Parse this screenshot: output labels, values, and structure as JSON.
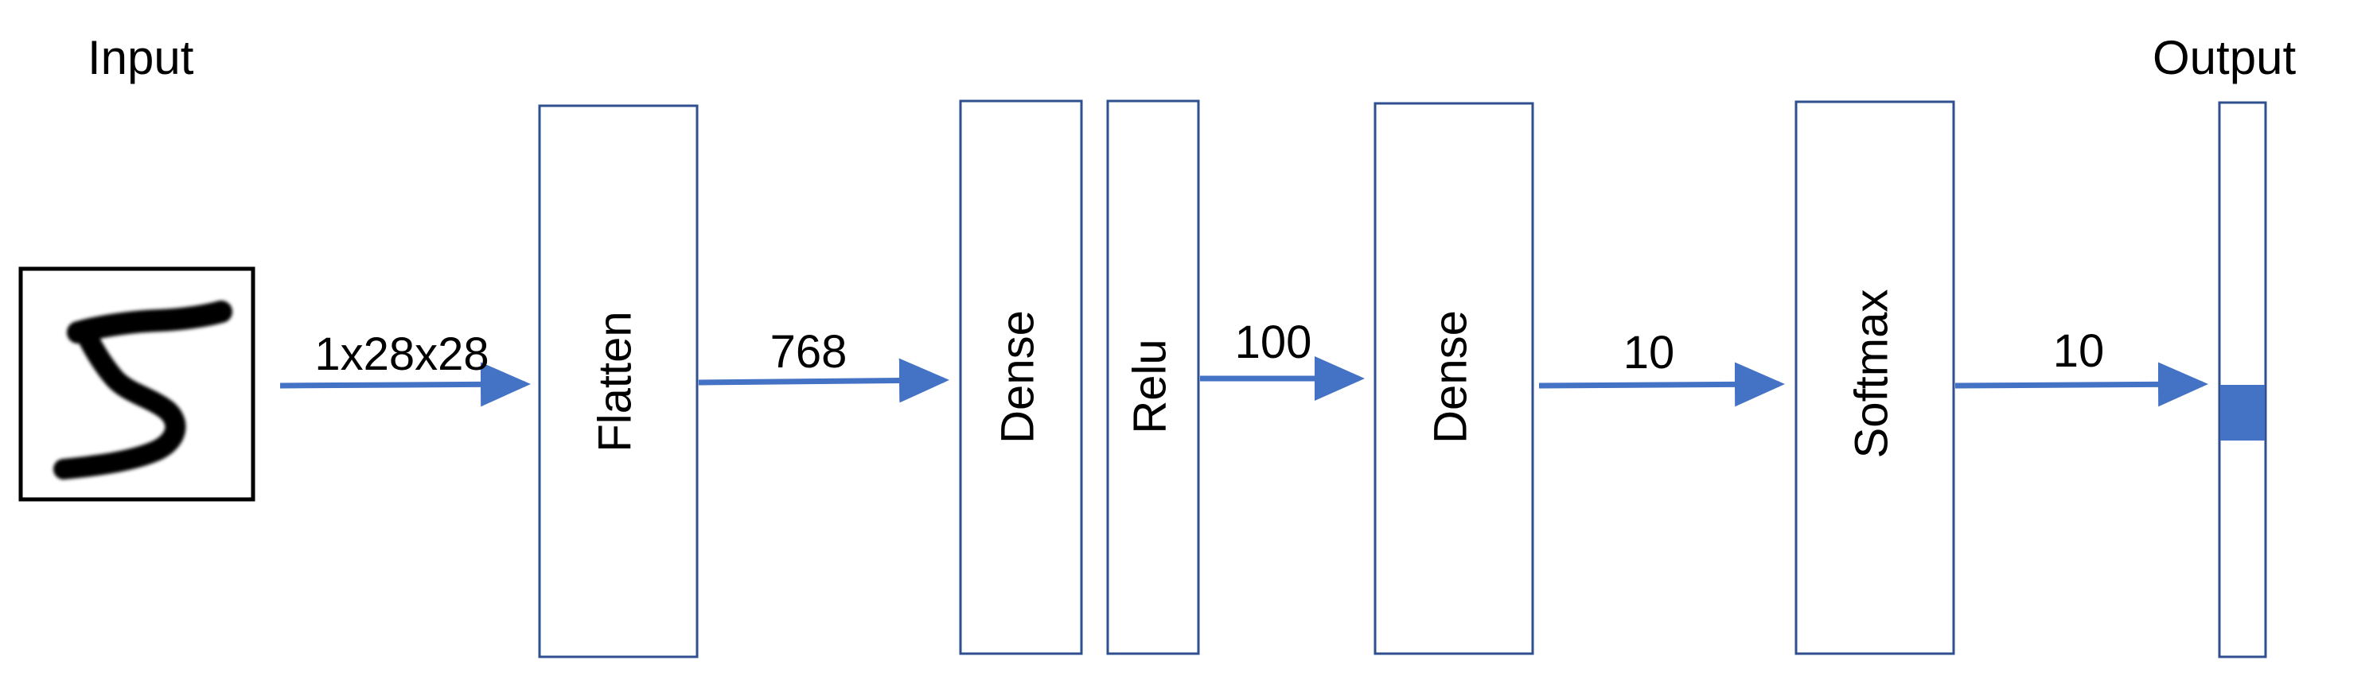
{
  "labels": {
    "input": "Input",
    "output": "Output"
  },
  "layers": [
    {
      "id": "flatten",
      "label": "Flatten"
    },
    {
      "id": "dense1",
      "label": "Dense"
    },
    {
      "id": "relu",
      "label": "Relu"
    },
    {
      "id": "dense2",
      "label": "Dense"
    },
    {
      "id": "softmax",
      "label": "Softmax"
    }
  ],
  "edges": [
    {
      "label": "1x28x28"
    },
    {
      "label": "768"
    },
    {
      "label": "100"
    },
    {
      "label": "10"
    },
    {
      "label": "10"
    }
  ],
  "colors": {
    "arrow": "#4472C4",
    "box_border": "#2F4F8F",
    "output_fill": "#4472C4",
    "digit": "#000000"
  },
  "input_image": {
    "icon": "handwritten-digit-five-icon"
  }
}
